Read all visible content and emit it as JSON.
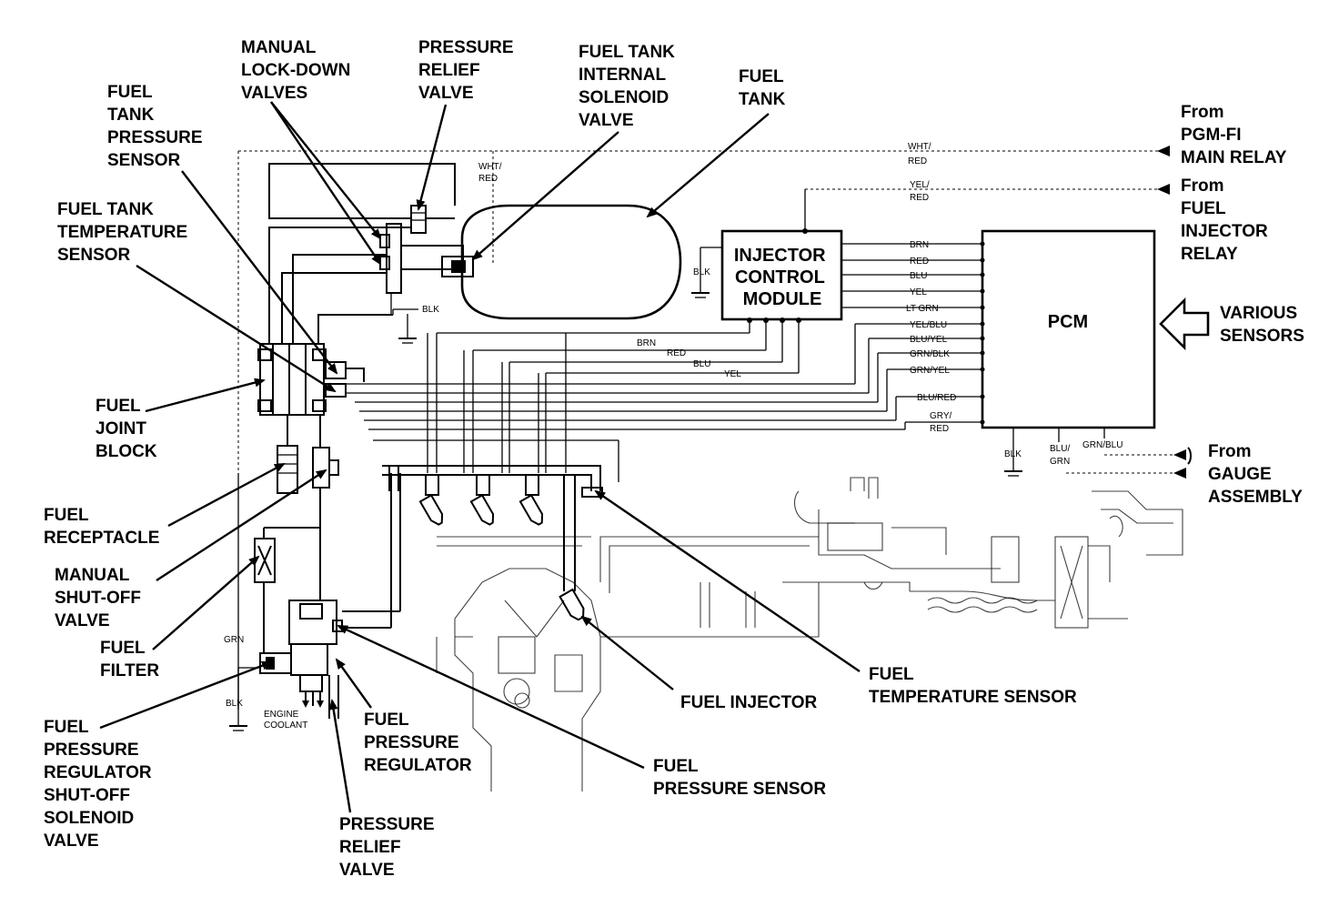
{
  "callouts": {
    "manual_lock_down_valves": [
      "MANUAL",
      "LOCK-DOWN",
      "VALVES"
    ],
    "pressure_relief_valve_top": [
      "PRESSURE",
      "RELIEF",
      "VALVE"
    ],
    "fuel_tank_internal_solenoid_valve": [
      "FUEL TANK",
      "INTERNAL",
      "SOLENOID",
      "VALVE"
    ],
    "fuel_tank": [
      "FUEL",
      "TANK"
    ],
    "fuel_tank_pressure_sensor": [
      "FUEL",
      "TANK",
      "PRESSURE",
      "SENSOR"
    ],
    "fuel_tank_temperature_sensor": [
      "FUEL TANK",
      "TEMPERATURE",
      "SENSOR"
    ],
    "fuel_joint_block": [
      "FUEL",
      "JOINT",
      "BLOCK"
    ],
    "fuel_receptacle": [
      "FUEL",
      "RECEPTACLE"
    ],
    "manual_shut_off_valve": [
      "MANUAL",
      "SHUT-OFF",
      "VALVE"
    ],
    "fuel_filter": [
      "FUEL",
      "FILTER"
    ],
    "fuel_pressure_regulator_shut_off_solenoid_valve": [
      "FUEL",
      "PRESSURE",
      "REGULATOR",
      "SHUT-OFF",
      "SOLENOID",
      "VALVE"
    ],
    "fuel_pressure_regulator": [
      "FUEL",
      "PRESSURE",
      "REGULATOR"
    ],
    "pressure_relief_valve_bottom": [
      "PRESSURE",
      "RELIEF",
      "VALVE"
    ],
    "fuel_pressure_sensor": [
      "FUEL",
      "PRESSURE SENSOR"
    ],
    "fuel_injector": [
      "FUEL INJECTOR"
    ],
    "fuel_temperature_sensor": [
      "FUEL",
      "TEMPERATURE SENSOR"
    ],
    "from_pgm_fi_main_relay": [
      "From",
      "PGM-FI",
      "MAIN RELAY"
    ],
    "from_fuel_injector_relay": [
      "From",
      "FUEL",
      "INJECTOR",
      "RELAY"
    ],
    "various_sensors": [
      "VARIOUS",
      "SENSORS"
    ],
    "from_gauge_assembly": [
      "From",
      "GAUGE",
      "ASSEMBLY"
    ]
  },
  "modules": {
    "injector_control_module": [
      "INJECTOR",
      "CONTROL",
      "MODULE"
    ],
    "pcm": "PCM"
  },
  "small_labels": {
    "engine_coolant": [
      "ENGINE",
      "COOLANT"
    ]
  },
  "wires": {
    "wht_red_top": [
      "WHT/",
      "RED"
    ],
    "wht_red_tank": [
      "WHT/",
      "RED"
    ],
    "yel_red": [
      "YEL/",
      "RED"
    ],
    "blk_tank": "BLK",
    "blk_icm": "BLK",
    "blk_pcm": "BLK",
    "blk_regulator": "BLK",
    "grn": "GRN",
    "icm_pcm": [
      "BRN",
      "RED",
      "BLU",
      "YEL",
      "LT GRN"
    ],
    "icm_injectors": [
      "BRN",
      "RED",
      "BLU",
      "YEL"
    ],
    "pcm_left": [
      "YEL/BLU",
      "BLU/YEL",
      "GRN/BLK",
      "GRN/YEL",
      "BLU/RED"
    ],
    "gry_red": [
      "GRY/",
      "RED"
    ],
    "blu_grn": [
      "BLU/",
      "GRN"
    ],
    "grn_blu": "GRN/BLU"
  }
}
